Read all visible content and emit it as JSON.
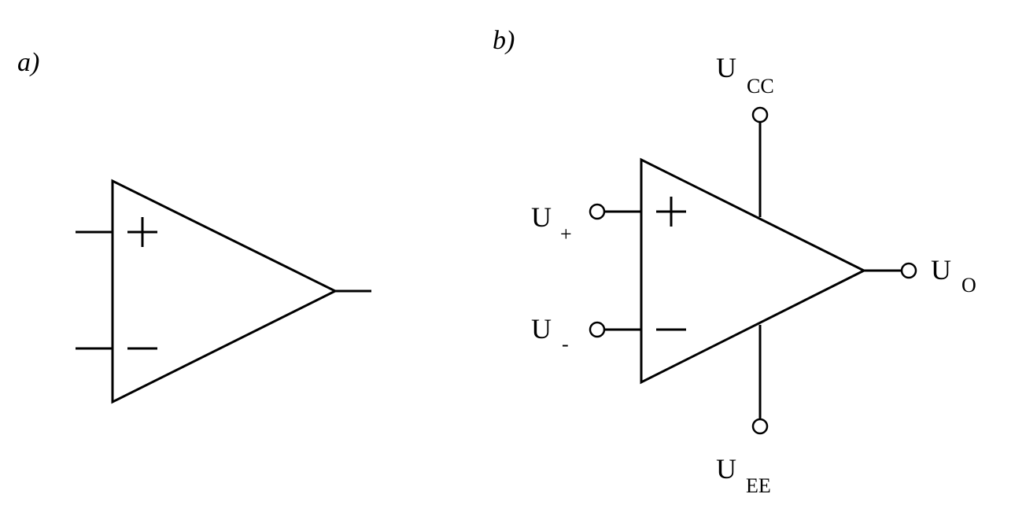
{
  "panels": {
    "a": {
      "label": "a)"
    },
    "b": {
      "label": "b)",
      "terminals": {
        "supply_pos": {
          "main": "U",
          "sub": "CC"
        },
        "supply_neg": {
          "main": "U",
          "sub": "EE"
        },
        "input_pos": {
          "main": "U",
          "sub": "+"
        },
        "input_neg": {
          "main": "U",
          "sub": "-"
        },
        "output": {
          "main": "U",
          "sub": "O"
        }
      }
    }
  }
}
